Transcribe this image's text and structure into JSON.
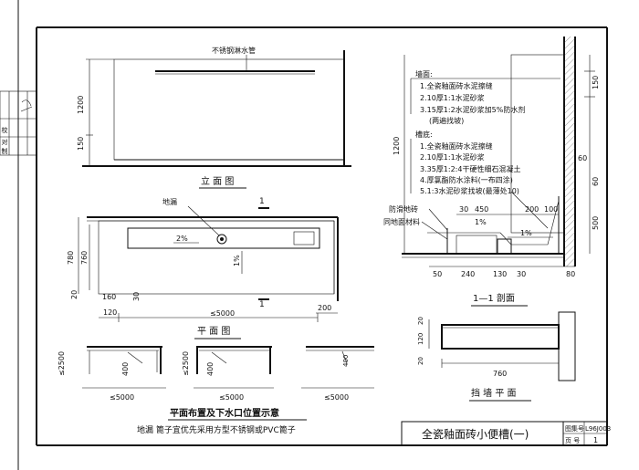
{
  "elevation": {
    "pipe_label": "不锈钢淋水管",
    "dim_1200": "1200",
    "dim_150": "150",
    "title": "立 面 图"
  },
  "plan": {
    "drain_label": "地漏",
    "section_mark": "1",
    "slope_left": "2%",
    "slope_mid": "1%",
    "dim_780": "780",
    "dim_760": "760",
    "dim_20": "20",
    "dim_160": "160",
    "dim_30": "30",
    "dim_120": "120",
    "dim_5000": "≤5000",
    "dim_200": "200",
    "title": "平 面 图"
  },
  "layout_views": {
    "dim_2500": "≤2500",
    "dim_400": "400",
    "dim_5000": "≤5000",
    "title": "平面布置及下水口位置示意",
    "note": "地漏 篦子宜优先采用方型不锈钢或PVC篦子"
  },
  "section": {
    "wall_heading": "墙面:",
    "wall_items": [
      "1.全瓷釉面砖水泥擦缝",
      "2.10厚1:1水泥砂浆",
      "3.15厚1:2水泥砂浆加5%防水剂",
      "(两遍找坡)"
    ],
    "floor_heading": "槽底:",
    "floor_items": [
      "1.全瓷釉面砖水泥擦缝",
      "2.10厚1:1水泥砂浆",
      "3.35厚1:2:4干硬性细石混凝土",
      "4.厚氯酯防水涂料(一布四涂)",
      "5.1:3水泥砂浆找坡(最薄处10)"
    ],
    "label_anti_slip": "防滑地砖",
    "label_floor_material": "同地面材料",
    "dim_1200": "1200",
    "dim_150": "150",
    "dim_60": "60",
    "dim_60b": "60",
    "dim_500": "500",
    "dim_30": "30",
    "dim_450": "450",
    "dim_200": "200",
    "dim_100": "100",
    "slope": "1%",
    "dim_50": "50",
    "dim_240": "240",
    "dim_130": "130",
    "dim_30b": "30",
    "dim_80": "80",
    "title": "1—1 剖面"
  },
  "retaining": {
    "dim_20": "20",
    "dim_120": "120",
    "dim_20b": "20",
    "dim_760": "760",
    "title": "挡 墙 平 面"
  },
  "title_block": {
    "title": "全瓷釉面砖小便槽(一)",
    "atlas_label": "图集号",
    "atlas_value": "L96J003",
    "page_label": "页 号",
    "page_value": "1"
  },
  "side_block": {
    "labels": [
      "校",
      "对",
      "制"
    ]
  }
}
